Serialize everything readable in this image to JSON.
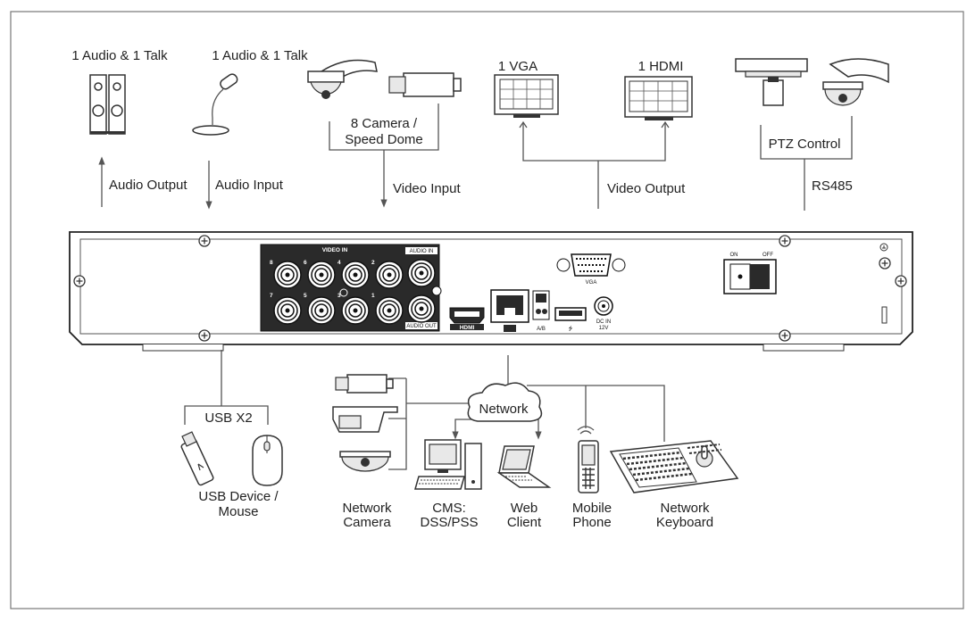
{
  "labels": {
    "audio_talk_left": "1 Audio  & 1 Talk",
    "audio_talk_right": "1 Audio & 1 Talk",
    "audio_output": "Audio  Output",
    "audio_input": "Audio  Input",
    "camera_line1": "8  Camera /",
    "camera_line2": "Speed Dome",
    "video_input": "Video Input",
    "vga_top": "1 VGA",
    "hdmi_top": "1 HDMI",
    "video_output": "Video Output",
    "ptz_control": "PTZ Control",
    "rs485": "RS485",
    "usb_x2": "USB X2",
    "usb_device_line1": "USB Device /",
    "usb_device_line2": "Mouse",
    "network": "Network",
    "network_camera_line1": "Network",
    "network_camera_line2": "Camera",
    "cms_line1": "CMS:",
    "cms_line2": "DSS/PSS",
    "web_client_line1": "Web",
    "web_client_line2": "Client",
    "mobile_line1": "Mobile",
    "mobile_line2": "Phone",
    "keyboard_line1": "Network",
    "keyboard_line2": "Keyboard"
  },
  "panel": {
    "video_in": "VIDEO IN",
    "audio_in": "AUDIO IN",
    "audio_out": "AUDIO OUT",
    "vga": "VGA",
    "hdmi": "HDMI",
    "ab": "A/B",
    "usb_symbol": "⭍",
    "dc_in_line1": "DC IN",
    "dc_in_line2": "12V",
    "on": "ON",
    "off": "OFF",
    "bnc_numbers_top": [
      "8",
      "6",
      "4",
      "2"
    ],
    "bnc_numbers_bottom": [
      "7",
      "5",
      "3",
      "1"
    ]
  },
  "icons": {
    "speaker": "speaker-icon",
    "microphone": "microphone-icon",
    "speed_dome": "speed-dome-icon",
    "box_camera": "box-camera-icon",
    "vga_monitor": "vga-monitor-icon",
    "hdmi_monitor": "hdmi-monitor-icon",
    "ptz_camera": "ptz-camera-icon",
    "usb_stick": "usb-stick-icon",
    "mouse": "mouse-icon",
    "cloud": "cloud-icon",
    "computer": "computer-icon",
    "laptop": "laptop-icon",
    "phone": "mobile-phone-icon",
    "keyboard": "keyboard-icon"
  }
}
